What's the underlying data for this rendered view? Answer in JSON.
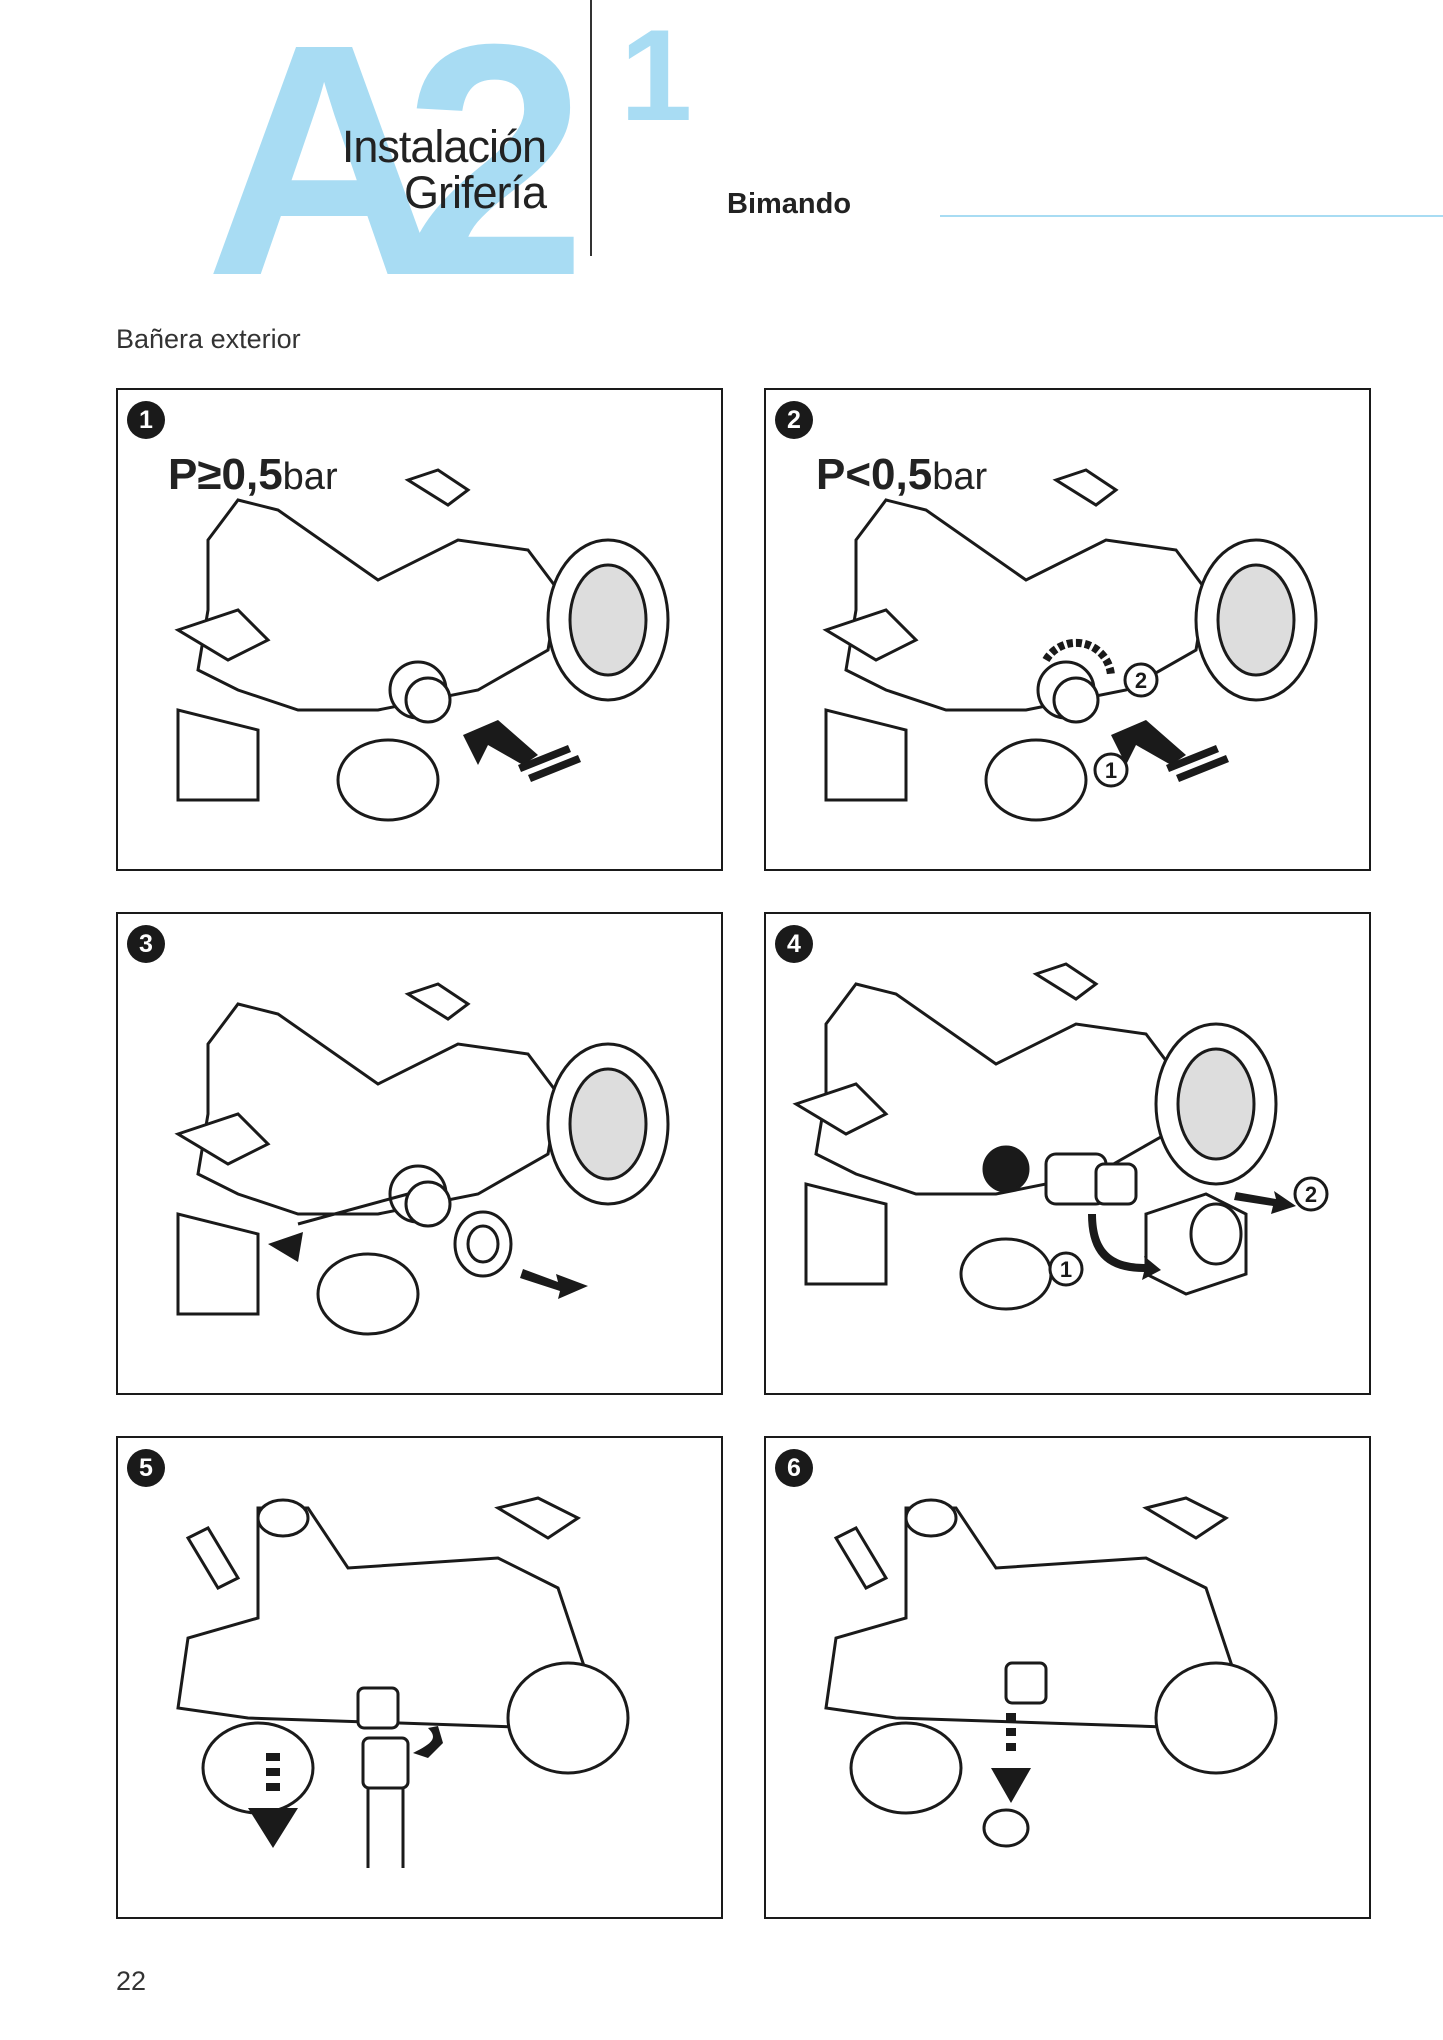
{
  "header": {
    "code": "A2",
    "title_line1": "Instalación",
    "title_line2": "Grifería",
    "chapter_number": "1",
    "section_title": "Bimando"
  },
  "subtitle": "Bañera exterior",
  "steps": [
    {
      "number": "1",
      "pressure_symbol": "P≥0,5",
      "pressure_unit": "bar"
    },
    {
      "number": "2",
      "pressure_symbol": "P<0,5",
      "pressure_unit": "bar",
      "callouts": [
        "1",
        "2"
      ]
    },
    {
      "number": "3"
    },
    {
      "number": "4",
      "callouts": [
        "1",
        "2"
      ]
    },
    {
      "number": "5"
    },
    {
      "number": "6"
    }
  ],
  "page_number": "22",
  "colors": {
    "accent": "#a8dcf3",
    "ink": "#1a1a1a"
  }
}
